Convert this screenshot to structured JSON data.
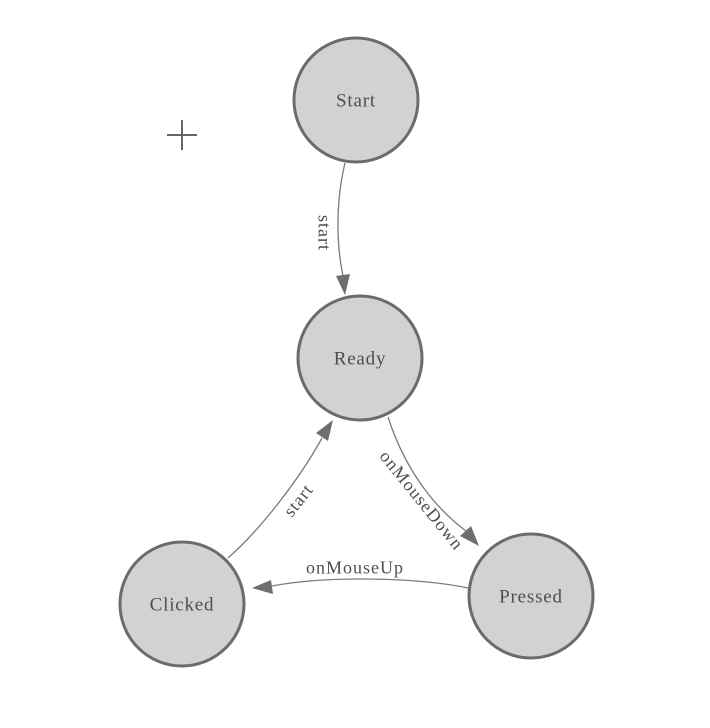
{
  "diagram": {
    "type": "finite-state-machine",
    "background_color": "#ffffff",
    "colors": {
      "node_fill": "#d2d2d2",
      "node_stroke": "#6b6b6b",
      "edge_stroke": "#7b7b7b",
      "arrow_fill": "#6e6e6e",
      "label_text": "#4e4e4e",
      "origin_marker": "#666666"
    },
    "origin_marker": {
      "icon": "plus-cross",
      "glyph": "+"
    },
    "nodes": [
      {
        "id": "start",
        "label": "Start"
      },
      {
        "id": "ready",
        "label": "Ready"
      },
      {
        "id": "clicked",
        "label": "Clicked"
      },
      {
        "id": "pressed",
        "label": "Pressed"
      }
    ],
    "edges": [
      {
        "from": "start",
        "to": "ready",
        "label": "start"
      },
      {
        "from": "ready",
        "to": "pressed",
        "label": "onMouseDown"
      },
      {
        "from": "pressed",
        "to": "clicked",
        "label": "onMouseUp"
      },
      {
        "from": "clicked",
        "to": "ready",
        "label": "start"
      }
    ]
  }
}
